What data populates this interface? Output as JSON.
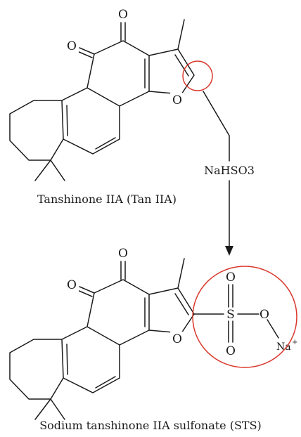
{
  "molecule_top": {
    "caption": "Tanshinone IIA (Tan IIA)",
    "atoms": {
      "o_ketone_top": "O",
      "o_ketone_left": "O",
      "o_furan": "O"
    }
  },
  "reaction": {
    "reagent": "NaHSO3"
  },
  "molecule_bottom": {
    "caption": "Sodium tanshinone IIA sulfonate (STS)",
    "atoms": {
      "o_ketone_top": "O",
      "o_ketone_left": "O",
      "o_furan": "O",
      "sulfur": "S",
      "o_sulfonyl_top": "O",
      "o_sulfonyl_bottom": "O",
      "o_sulfonate": "O",
      "sodium": "Na",
      "sodium_charge": "+"
    }
  },
  "colors": {
    "structure": "#1a1a1a",
    "highlight": "#d9372b"
  }
}
